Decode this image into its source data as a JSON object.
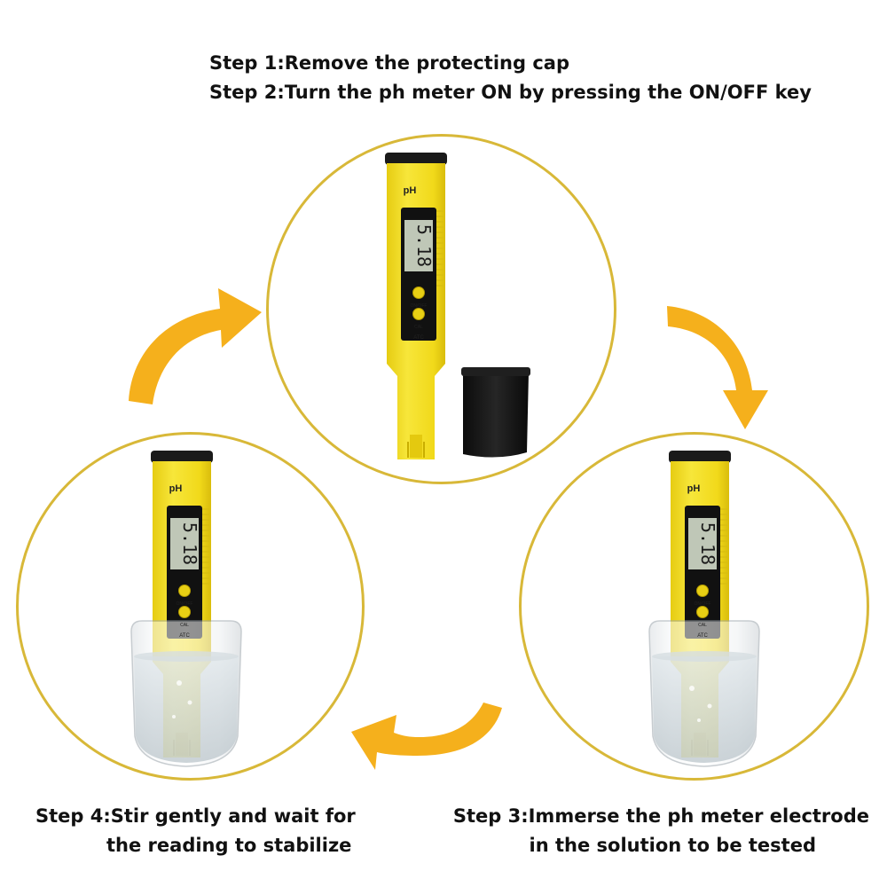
{
  "steps": {
    "step1": "Step 1:Remove the protecting cap",
    "step2": "Step 2:Turn the ph meter ON by pressing the ON/OFF key",
    "step3_line1": "Step 3:Immerse the ph meter electrode",
    "step3_line2": "in the solution to be tested",
    "step4_line1": "Step 4:Stir gently and wait for",
    "step4_line2": "the reading to stabilize"
  },
  "meter": {
    "label": "pH",
    "reading": "5.18",
    "on_off": "ON/OFF",
    "cal": "CAL",
    "atc": "ATC"
  },
  "colors": {
    "meter_yellow": "#f3dd1c",
    "circle_border": "#d8b838",
    "arrow_orange": "#f5b01c",
    "cap_black": "#141414",
    "lcd": "#bfc7b7"
  },
  "icons": {
    "arrow": "curved-arrow-icon",
    "meter": "ph-meter-icon",
    "glass": "water-glass-icon",
    "cap": "protective-cap-icon"
  }
}
